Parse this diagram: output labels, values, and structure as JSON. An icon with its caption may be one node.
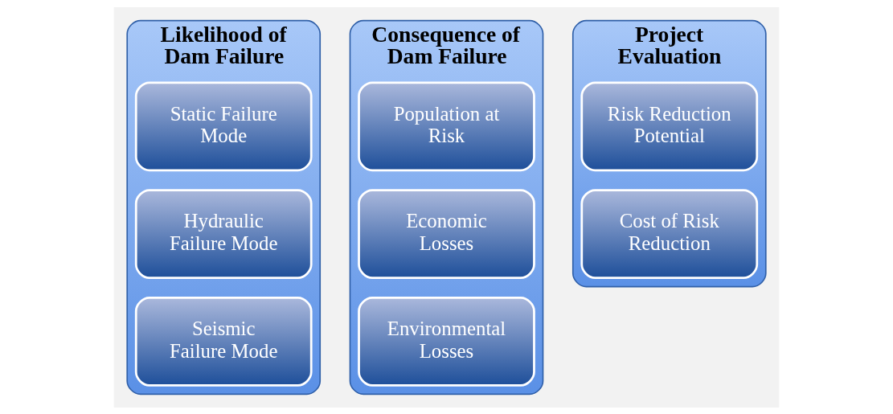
{
  "diagram": {
    "nodes": [
      {
        "text": [
          "Likelihood of Dam Failure"
        ]
      },
      {
        "text": [
          "Static Failure Mode"
        ],
        "in": 0
      },
      {
        "text": [
          "Hydraulic Failure Mode"
        ],
        "in": 0
      },
      {
        "text": [
          "Seismic Failure Mode"
        ],
        "in": 0
      },
      {
        "text": [
          "Consequence of Dam Failure"
        ]
      },
      {
        "text": [
          "Population at Risk"
        ],
        "in": 4
      },
      {
        "text": [
          "Economic Losses"
        ],
        "in": 4
      },
      {
        "text": [
          "Environmental Losses"
        ],
        "in": 4
      },
      {
        "text": [
          "Project Evaluation"
        ]
      },
      {
        "text": [
          "Risk Reduction Potential"
        ],
        "in": 8
      },
      {
        "text": [
          "Cost of Risk Reduction"
        ],
        "in": 8
      }
    ],
    "edges": []
  }
}
